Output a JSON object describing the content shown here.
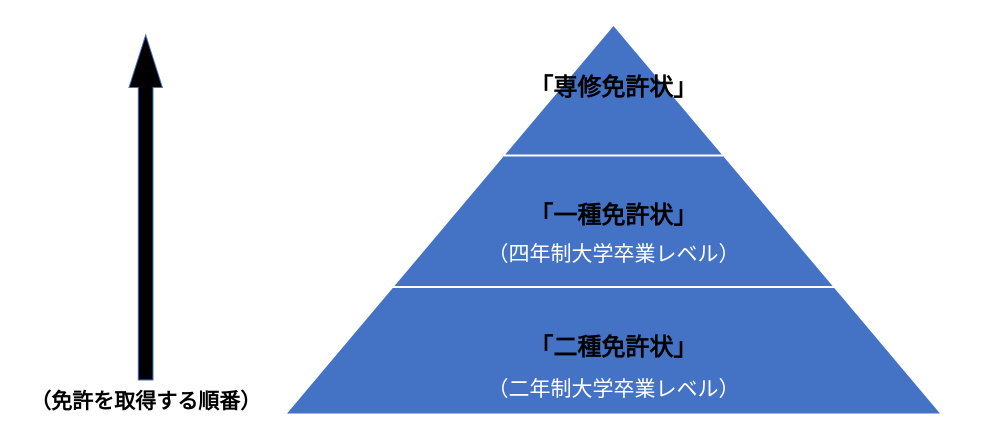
{
  "diagram": {
    "type": "pyramid",
    "description_of_content": "Hierarchy of Japanese teaching license types, ordered bottom-to-top by acquisition"
  },
  "pyramid": {
    "tiers": [
      {
        "level": 1,
        "position": "top",
        "label": "「専修免許状」",
        "sublabel": ""
      },
      {
        "level": 2,
        "position": "middle",
        "label": "「一種免許状」",
        "sublabel": "（四年制大学卒業レベル）"
      },
      {
        "level": 3,
        "position": "bottom",
        "label": "「二種免許状」",
        "sublabel": "（二年制大学卒業レベル）"
      }
    ]
  },
  "arrow": {
    "direction": "up",
    "caption": "（免許を取得する順番）"
  },
  "colors": {
    "pyramid_fill": "#4472C4",
    "divider": "#FFFFFF",
    "arrow_fill": "#000000",
    "arrow_outline": "#4472C4",
    "tier_label_text": "#000000",
    "tier_sublabel_text": "#FFFFFF",
    "background": "#FFFFFF"
  }
}
